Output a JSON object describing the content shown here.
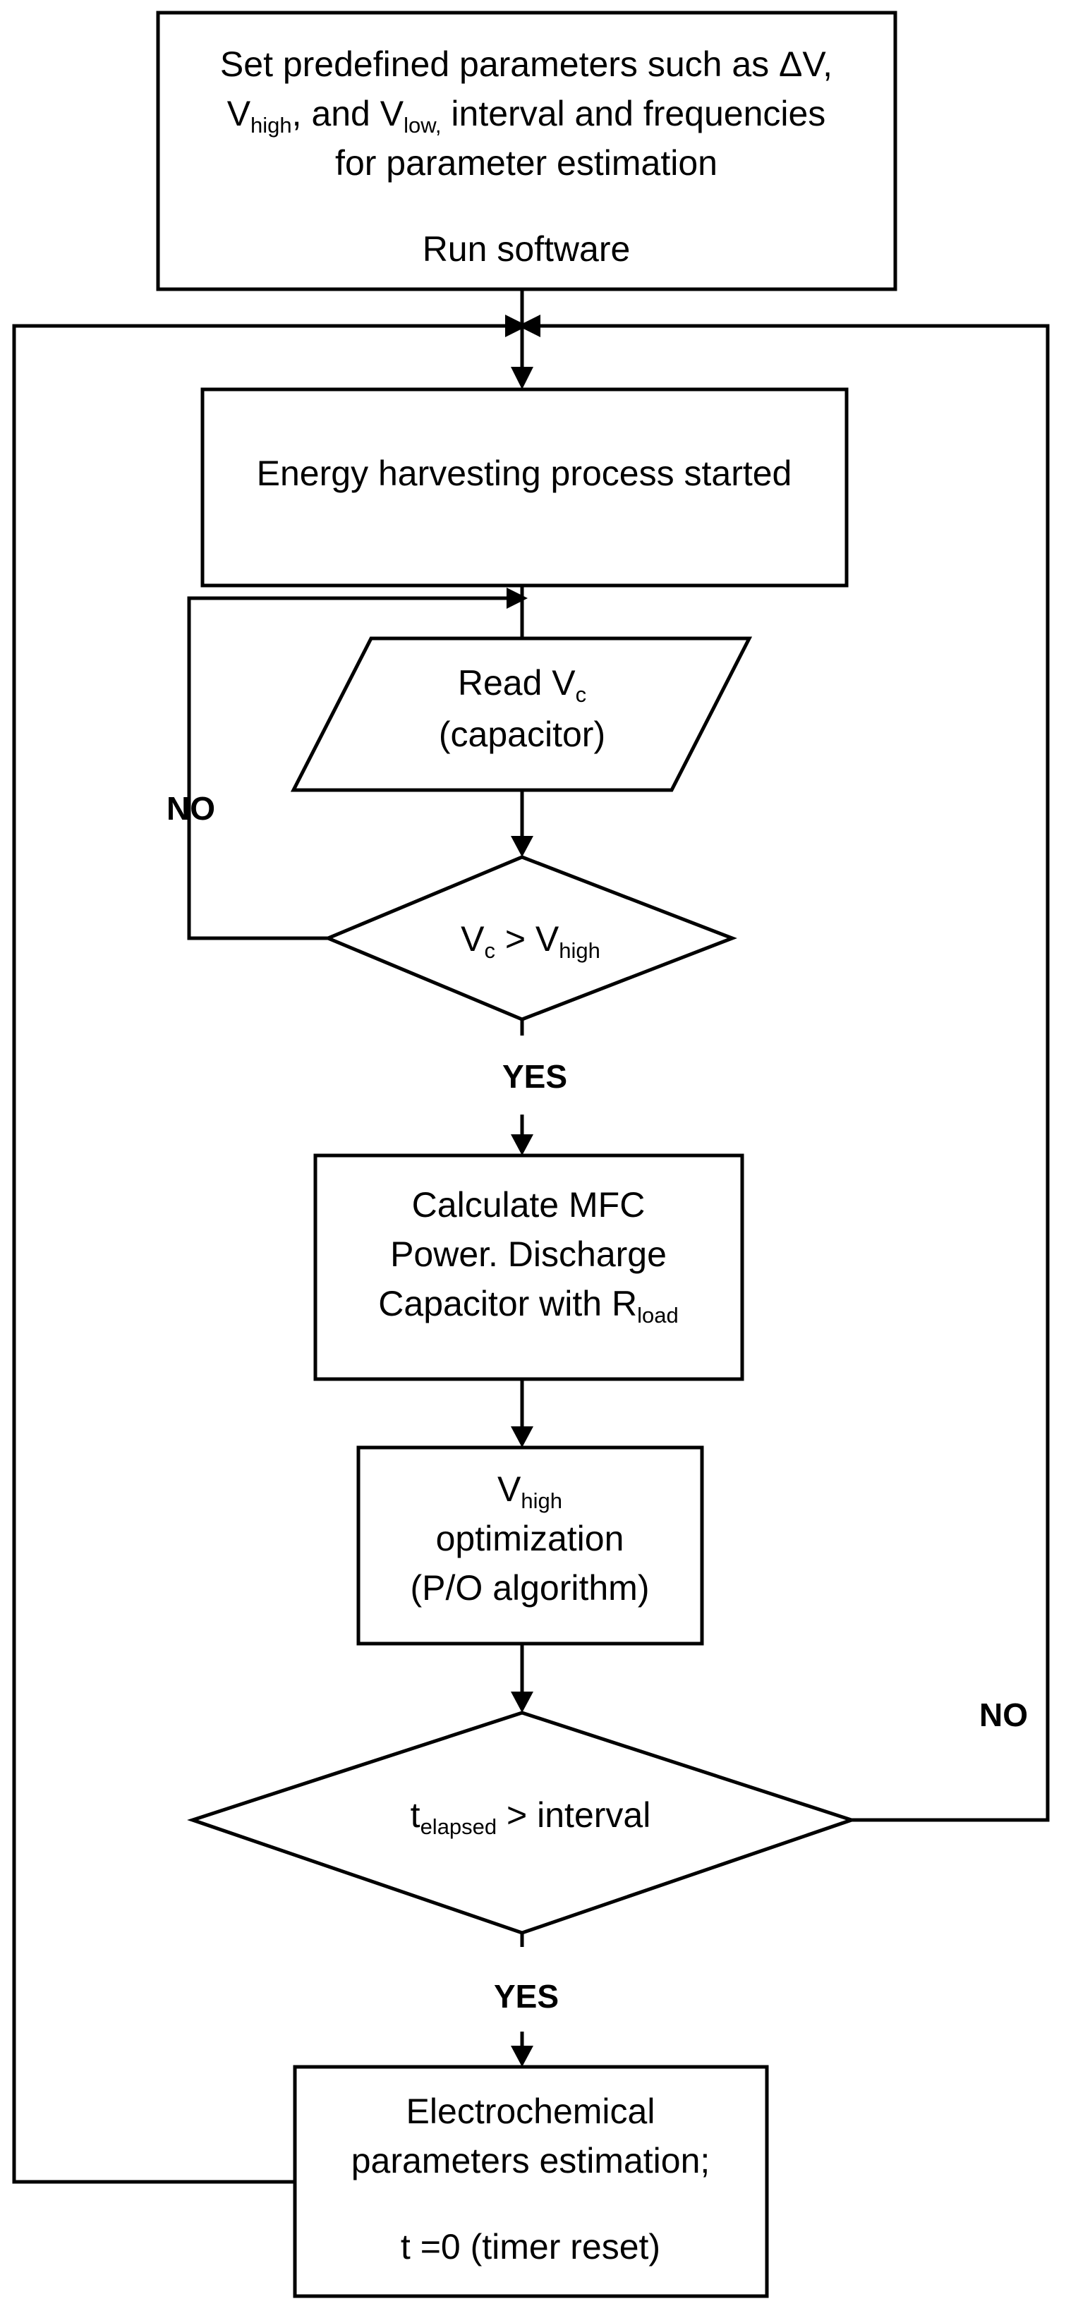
{
  "nodes": {
    "setup": {
      "line1": "Set predefined parameters such as ΔV,",
      "line2_v": "V",
      "line2_v_sub": "high",
      "line2_mid": ", and V",
      "line2_low_sub": "low,",
      "line2_rest": " interval and frequencies",
      "line3": "for parameter estimation",
      "line4": "Run software"
    },
    "harvest": {
      "text": "Energy harvesting process started"
    },
    "read": {
      "line1_main": "Read V",
      "line1_sub": "c",
      "line2": "(capacitor)"
    },
    "check_vc": {
      "v": "V",
      "v_sub": "c",
      "op": " > V",
      "op_sub": "high"
    },
    "calculate": {
      "line1": "Calculate MFC",
      "line2": "Power. Discharge",
      "line3_main": "Capacitor with R",
      "line3_sub": "load"
    },
    "optimize": {
      "line1_main": "V",
      "line1_sub": "high",
      "line2": "optimization",
      "line3": "(P/O algorithm)"
    },
    "check_time": {
      "t": "t",
      "t_sub": "elapsed",
      "rest": " > interval"
    },
    "estimate": {
      "line1": "Electrochemical",
      "line2": "parameters estimation;",
      "line3": "t =0 (timer reset)"
    }
  },
  "edge_labels": {
    "vc_no": "NO",
    "vc_yes": "YES",
    "time_no": "NO",
    "time_yes": "YES"
  }
}
